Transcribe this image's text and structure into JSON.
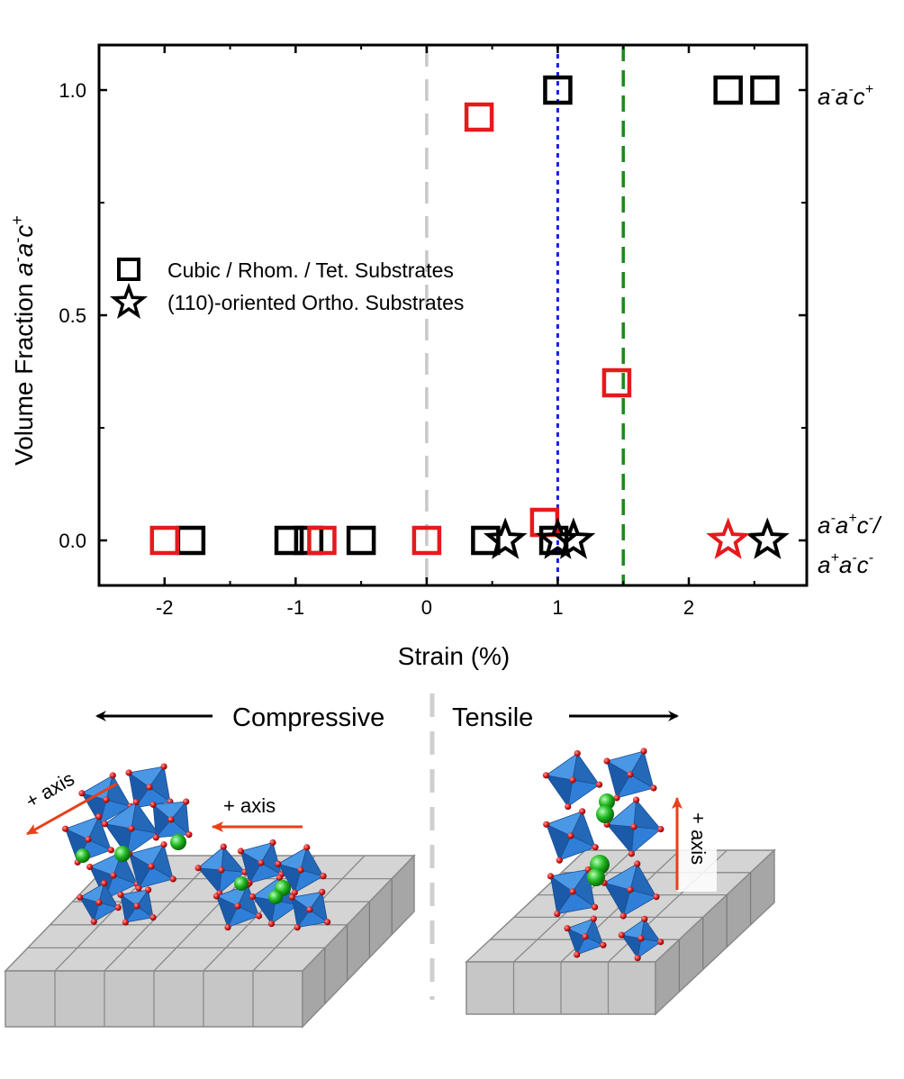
{
  "chart_data": {
    "type": "scatter",
    "title": "",
    "xlabel": "Strain (%)",
    "ylabel": {
      "prefix": "Volume Fraction ",
      "phase": "a",
      "sup1": "-",
      "mid": "a",
      "sup2": "-",
      "end": "c",
      "sup3": "+"
    },
    "xlim": [
      -2.5,
      2.9
    ],
    "ylim": [
      -0.1,
      1.1
    ],
    "xticks": [
      "-2",
      "-1",
      "0",
      "1",
      "2"
    ],
    "yticks": [
      "0.0",
      "0.5",
      "1.0"
    ],
    "grid": false,
    "legend_placement": "upper-left",
    "series": [
      {
        "name": "Cubic / Rhom. / Tet. Substrates",
        "marker": "square",
        "points": [
          {
            "x": -1.8,
            "y": 0.0,
            "color": "#000000"
          },
          {
            "x": -1.05,
            "y": 0.0,
            "color": "#000000"
          },
          {
            "x": -0.9,
            "y": 0.0,
            "color": "#000000"
          },
          {
            "x": -0.5,
            "y": 0.0,
            "color": "#000000"
          },
          {
            "x": 0.45,
            "y": 0.0,
            "color": "#000000"
          },
          {
            "x": 0.97,
            "y": 0.0,
            "color": "#000000"
          },
          {
            "x": 1.0,
            "y": 1.0,
            "color": "#000000"
          },
          {
            "x": 2.3,
            "y": 1.0,
            "color": "#000000"
          },
          {
            "x": 2.58,
            "y": 1.0,
            "color": "#000000"
          },
          {
            "x": -2.0,
            "y": 0.0,
            "color": "#e41a1c"
          },
          {
            "x": -0.8,
            "y": 0.0,
            "color": "#e41a1c"
          },
          {
            "x": 0.0,
            "y": 0.0,
            "color": "#e41a1c"
          },
          {
            "x": 0.4,
            "y": 0.94,
            "color": "#e41a1c"
          },
          {
            "x": 0.9,
            "y": 0.04,
            "color": "#e41a1c"
          },
          {
            "x": 1.45,
            "y": 0.35,
            "color": "#e41a1c"
          }
        ]
      },
      {
        "name": "(110)-oriented Ortho. Substrates",
        "marker": "star",
        "points": [
          {
            "x": 0.6,
            "y": 0.0,
            "color": "#000000"
          },
          {
            "x": 1.0,
            "y": 0.0,
            "color": "#000000"
          },
          {
            "x": 1.12,
            "y": 0.0,
            "color": "#000000"
          },
          {
            "x": 2.6,
            "y": 0.0,
            "color": "#000000"
          },
          {
            "x": 2.3,
            "y": 0.0,
            "color": "#e41a1c"
          }
        ]
      }
    ],
    "reference_lines": [
      {
        "x": 0.0,
        "color": "#c8c8c8",
        "style": "dashed"
      },
      {
        "x": 1.0,
        "color": "#1a1aff",
        "style": "dotted"
      },
      {
        "x": 1.5,
        "color": "#1a8a1a",
        "style": "dashed"
      }
    ],
    "right_labels": {
      "top": {
        "t1": "a",
        "s1": "-",
        "t2": "a",
        "s2": "-",
        "t3": "c",
        "s3": "+"
      },
      "bottom_line1": {
        "t1": "a",
        "s1": "-",
        "t2": "a",
        "s2": "+",
        "t3": "c",
        "s3": "-",
        "tail": "/"
      },
      "bottom_line2": {
        "t1": "a",
        "s1": "+",
        "t2": "a",
        "s2": "-",
        "t3": "c",
        "s3": "-"
      }
    }
  },
  "colors": {
    "octahedron": "#2f7fd8",
    "octahedron_dark": "#1a5aa8",
    "oxygen": "#d81b1b",
    "a_site": "#22b822",
    "substrate_top": "#d2d2d2",
    "substrate_side": "#a8a8a8",
    "arrow_red": "#e8401a"
  },
  "annotations": {
    "compressive": "Compressive",
    "tensile": "Tensile",
    "axis_label_1": "+ axis",
    "axis_label_2": "+ axis",
    "axis_label_3": "+ axis"
  }
}
